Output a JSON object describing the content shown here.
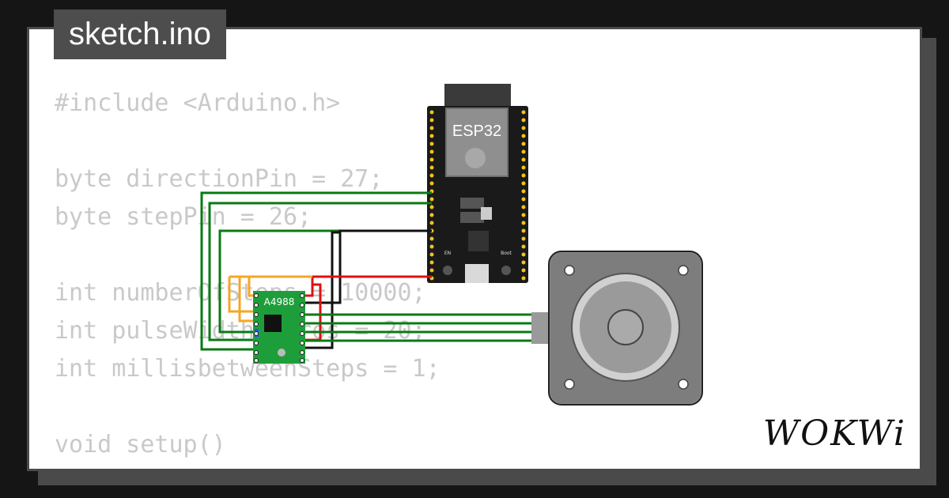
{
  "tab": {
    "label": "sketch.ino"
  },
  "code_lines": [
    "#include <Arduino.h>",
    "",
    "byte directionPin = 27;",
    "byte stepPin = 26;",
    "",
    "int numberOfSteps = 10000;",
    "int pulseWidthMicros = 20;",
    "int millisbetweenSteps = 1;",
    "",
    "void setup()",
    "{"
  ],
  "diagram": {
    "esp32": {
      "label": "ESP32",
      "boot_label": "Boot",
      "en_label": "EN"
    },
    "driver": {
      "label": "A4988"
    }
  },
  "brand": {
    "logo": "WOKWi"
  },
  "colors": {
    "wire_green": "#0a7a14",
    "wire_black": "#111111",
    "wire_red": "#e01010",
    "wire_orange": "#f5a623",
    "driver_board": "#1e9e3a",
    "esp_board": "#1a1a1a"
  }
}
